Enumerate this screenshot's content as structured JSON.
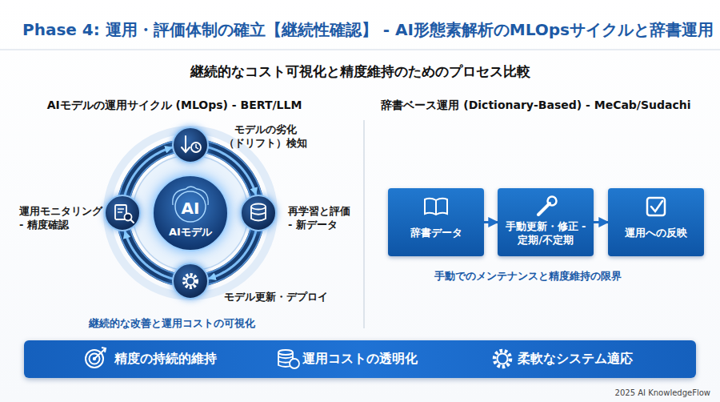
{
  "diagram": {
    "title": "Phase 4: 運用・評価体制の確立【継続性確認】 - AI形態素解析のMLOpsサイクルと辞書運用",
    "nodes": [
      {
        "text": [
          "モデルの劣化 （ドリフト）検知"
        ]
      },
      {
        "text": [
          "運用モニタリング - 精度確認"
        ]
      },
      {
        "text": [
          "AI",
          "AIモデル"
        ]
      },
      {
        "text": [
          "再学習と評価 - 新データ"
        ]
      },
      {
        "text": [
          "モデル更新・デプロイ"
        ]
      },
      {
        "text": [
          "辞書データ"
        ]
      },
      {
        "text": [
          "手動更新・修正 -定期/不定期"
        ]
      },
      {
        "text": [
          "運用への反映"
        ]
      },
      {
        "text": [
          "精度の持続的維持",
          "運用コストの透明化",
          "柔軟なシステム適応"
        ]
      }
    ],
    "edges": [
      {
        "from": 0,
        "to": 3,
        "arrow": "to"
      },
      {
        "from": 3,
        "to": 4,
        "arrow": "to"
      },
      {
        "from": 4,
        "to": 1,
        "arrow": "to"
      },
      {
        "from": 1,
        "to": 0,
        "arrow": "to"
      },
      {
        "from": 5,
        "to": 6,
        "arrow": "to"
      },
      {
        "from": 6,
        "to": 7,
        "arrow": "to"
      }
    ],
    "labels": [
      "継続的なコスト可視化と精度維持のためのプロセス比較",
      "AIモデルの運用サイクル (MLOps) - BERT/LLM",
      "辞書ベース運用 (Dictionary-Based) - MeCab/Sudachi",
      "継続的な改善と運用コストの可視化",
      "手動でのメンテナンスと精度維持の限界",
      "2025 AI KnowledgeFlow"
    ]
  }
}
